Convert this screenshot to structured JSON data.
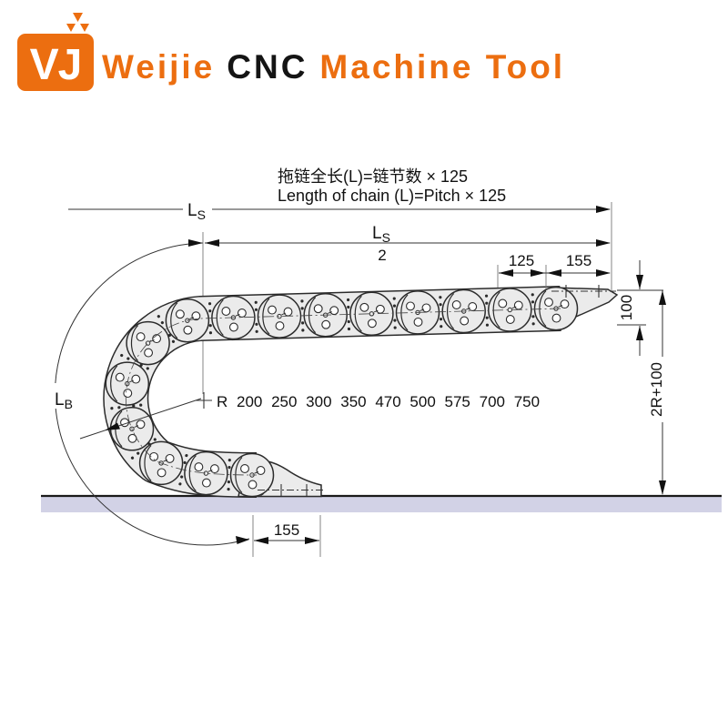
{
  "header": {
    "logo_text": "VJ",
    "brand": {
      "word1": "Weijie",
      "word2": "CNC",
      "word3": "Machine Tool"
    }
  },
  "diagram": {
    "formula_cn": "拖链全长(L)=链节数 × 125",
    "formula_en": "Length of chain (L)=Pitch × 125",
    "dims": {
      "ls": {
        "main": "L",
        "sub": "S"
      },
      "ls_half": {
        "main": "L",
        "sub": "S",
        "denominator": "2"
      },
      "pitch": "125",
      "end_top": "155",
      "height": "100",
      "total_height": "2R+100",
      "end_bottom": "155",
      "lb": {
        "main": "L",
        "sub": "B"
      },
      "radii": "R 200 250 300 350 470 500 575 700 750"
    },
    "colors": {
      "orange": "#ec6e10",
      "ground": "#d2d2e6",
      "chain_fill": "#ebebeb",
      "line": "#2b2b2b"
    }
  }
}
